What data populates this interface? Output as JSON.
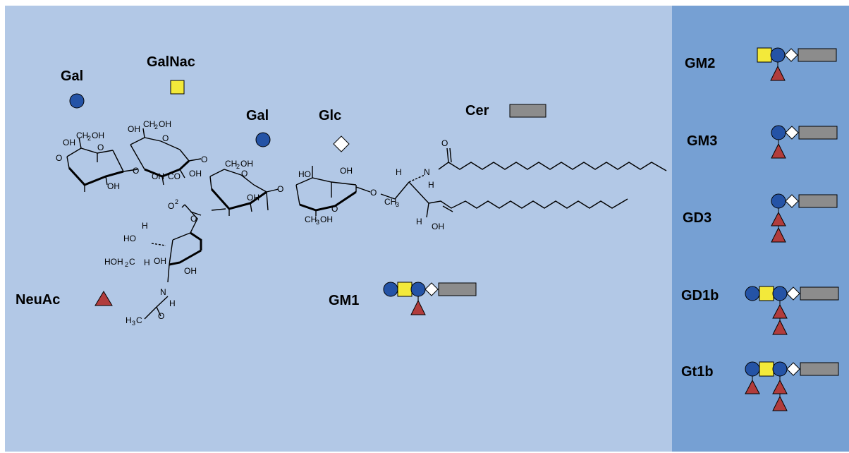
{
  "legend": {
    "gal_top": "Gal",
    "galnac": "GalNac",
    "gal_mid": "Gal",
    "glc": "Glc",
    "cer": "Cer",
    "neuac": "NeuAc"
  },
  "main_label": "GM1",
  "side_labels": [
    "GM2",
    "GM3",
    "GD3",
    "GD1b",
    "Gt1b"
  ],
  "colors": {
    "gal": "#2453a6",
    "galnac": "#f3e93a",
    "glc": "#ffffff",
    "cer": "#8c8c8c",
    "neuac": "#b13c3c",
    "panel_main": "#b2c8e6",
    "panel_side": "#76a0d3"
  },
  "atoms": {
    "oh": "OH",
    "o": "O",
    "h": "H",
    "n": "N",
    "ch2oh_c": "CH",
    "ch2oh_o": "OH",
    "sub2": "2",
    "sub3": "3",
    "ho": "HO",
    "co": "CO",
    "ch": "CH",
    "hoh": "HOH",
    "hc": "H",
    "c": "C",
    "o_minus": "O"
  }
}
